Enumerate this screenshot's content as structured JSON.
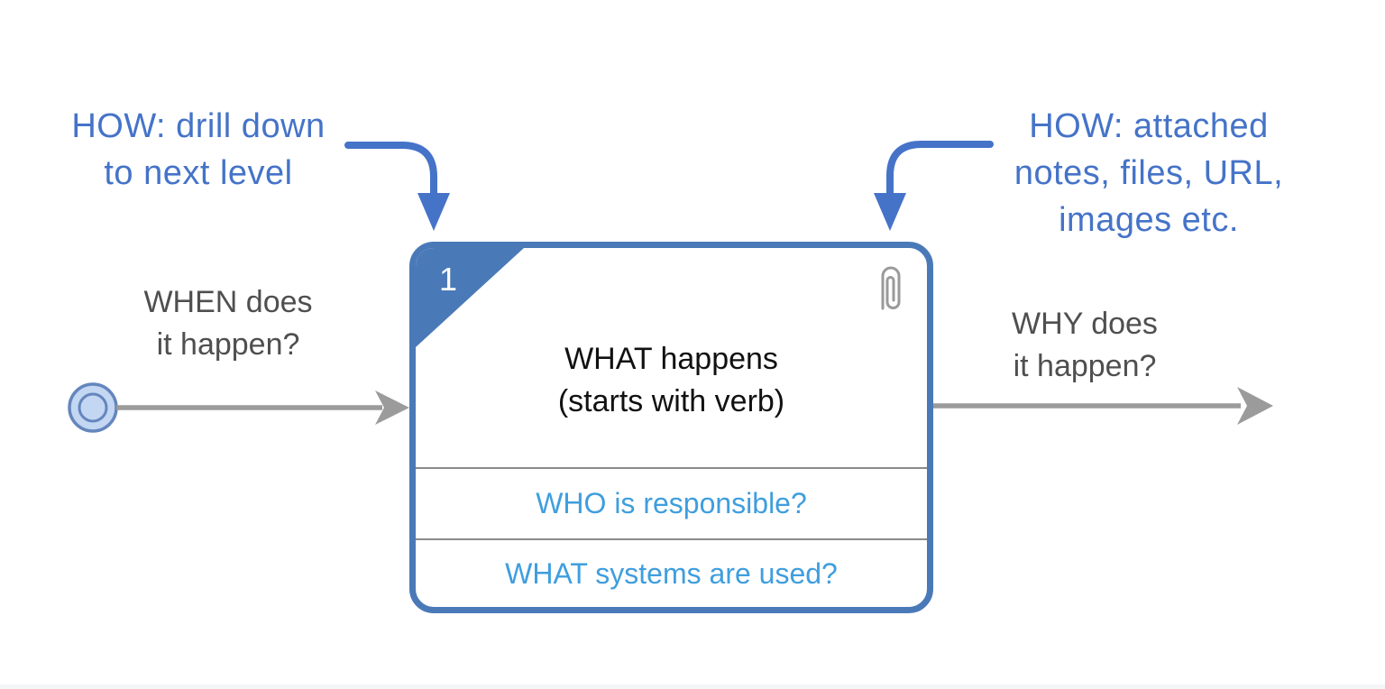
{
  "diagram": {
    "annotations": {
      "drill_down": "HOW: drill down\nto next level",
      "attachments": "HOW: attached\nnotes, files, URL,\nimages etc."
    },
    "flow_labels": {
      "when": "WHEN does\nit happen?",
      "why": "WHY does\nit happen?"
    },
    "process_box": {
      "step_number": "1",
      "title": "WHAT happens\n(starts with verb)",
      "who_row": "WHO is responsible?",
      "systems_row": "WHAT systems are used?"
    },
    "icons": {
      "attachment": "paperclip-icon",
      "start": "start-event-icon",
      "drill_down_pointer": "drill-down-arrow-icon",
      "attachment_pointer": "attachment-arrow-icon",
      "incoming": "incoming-flow-arrow-icon",
      "outgoing": "outgoing-flow-arrow-icon"
    },
    "colors": {
      "box_border_blue": "#4a79b8",
      "annotation_blue": "#4573c8",
      "question_blue": "#3f9ede",
      "connector_gray": "#9b9b9b",
      "label_gray": "#4f4f4f",
      "divider_gray": "#8a8a8a",
      "start_event_fill": "#c3d6f2",
      "start_event_stroke": "#6486bd",
      "title_black": "#111111",
      "corner_number_white": "#ffffff"
    }
  }
}
